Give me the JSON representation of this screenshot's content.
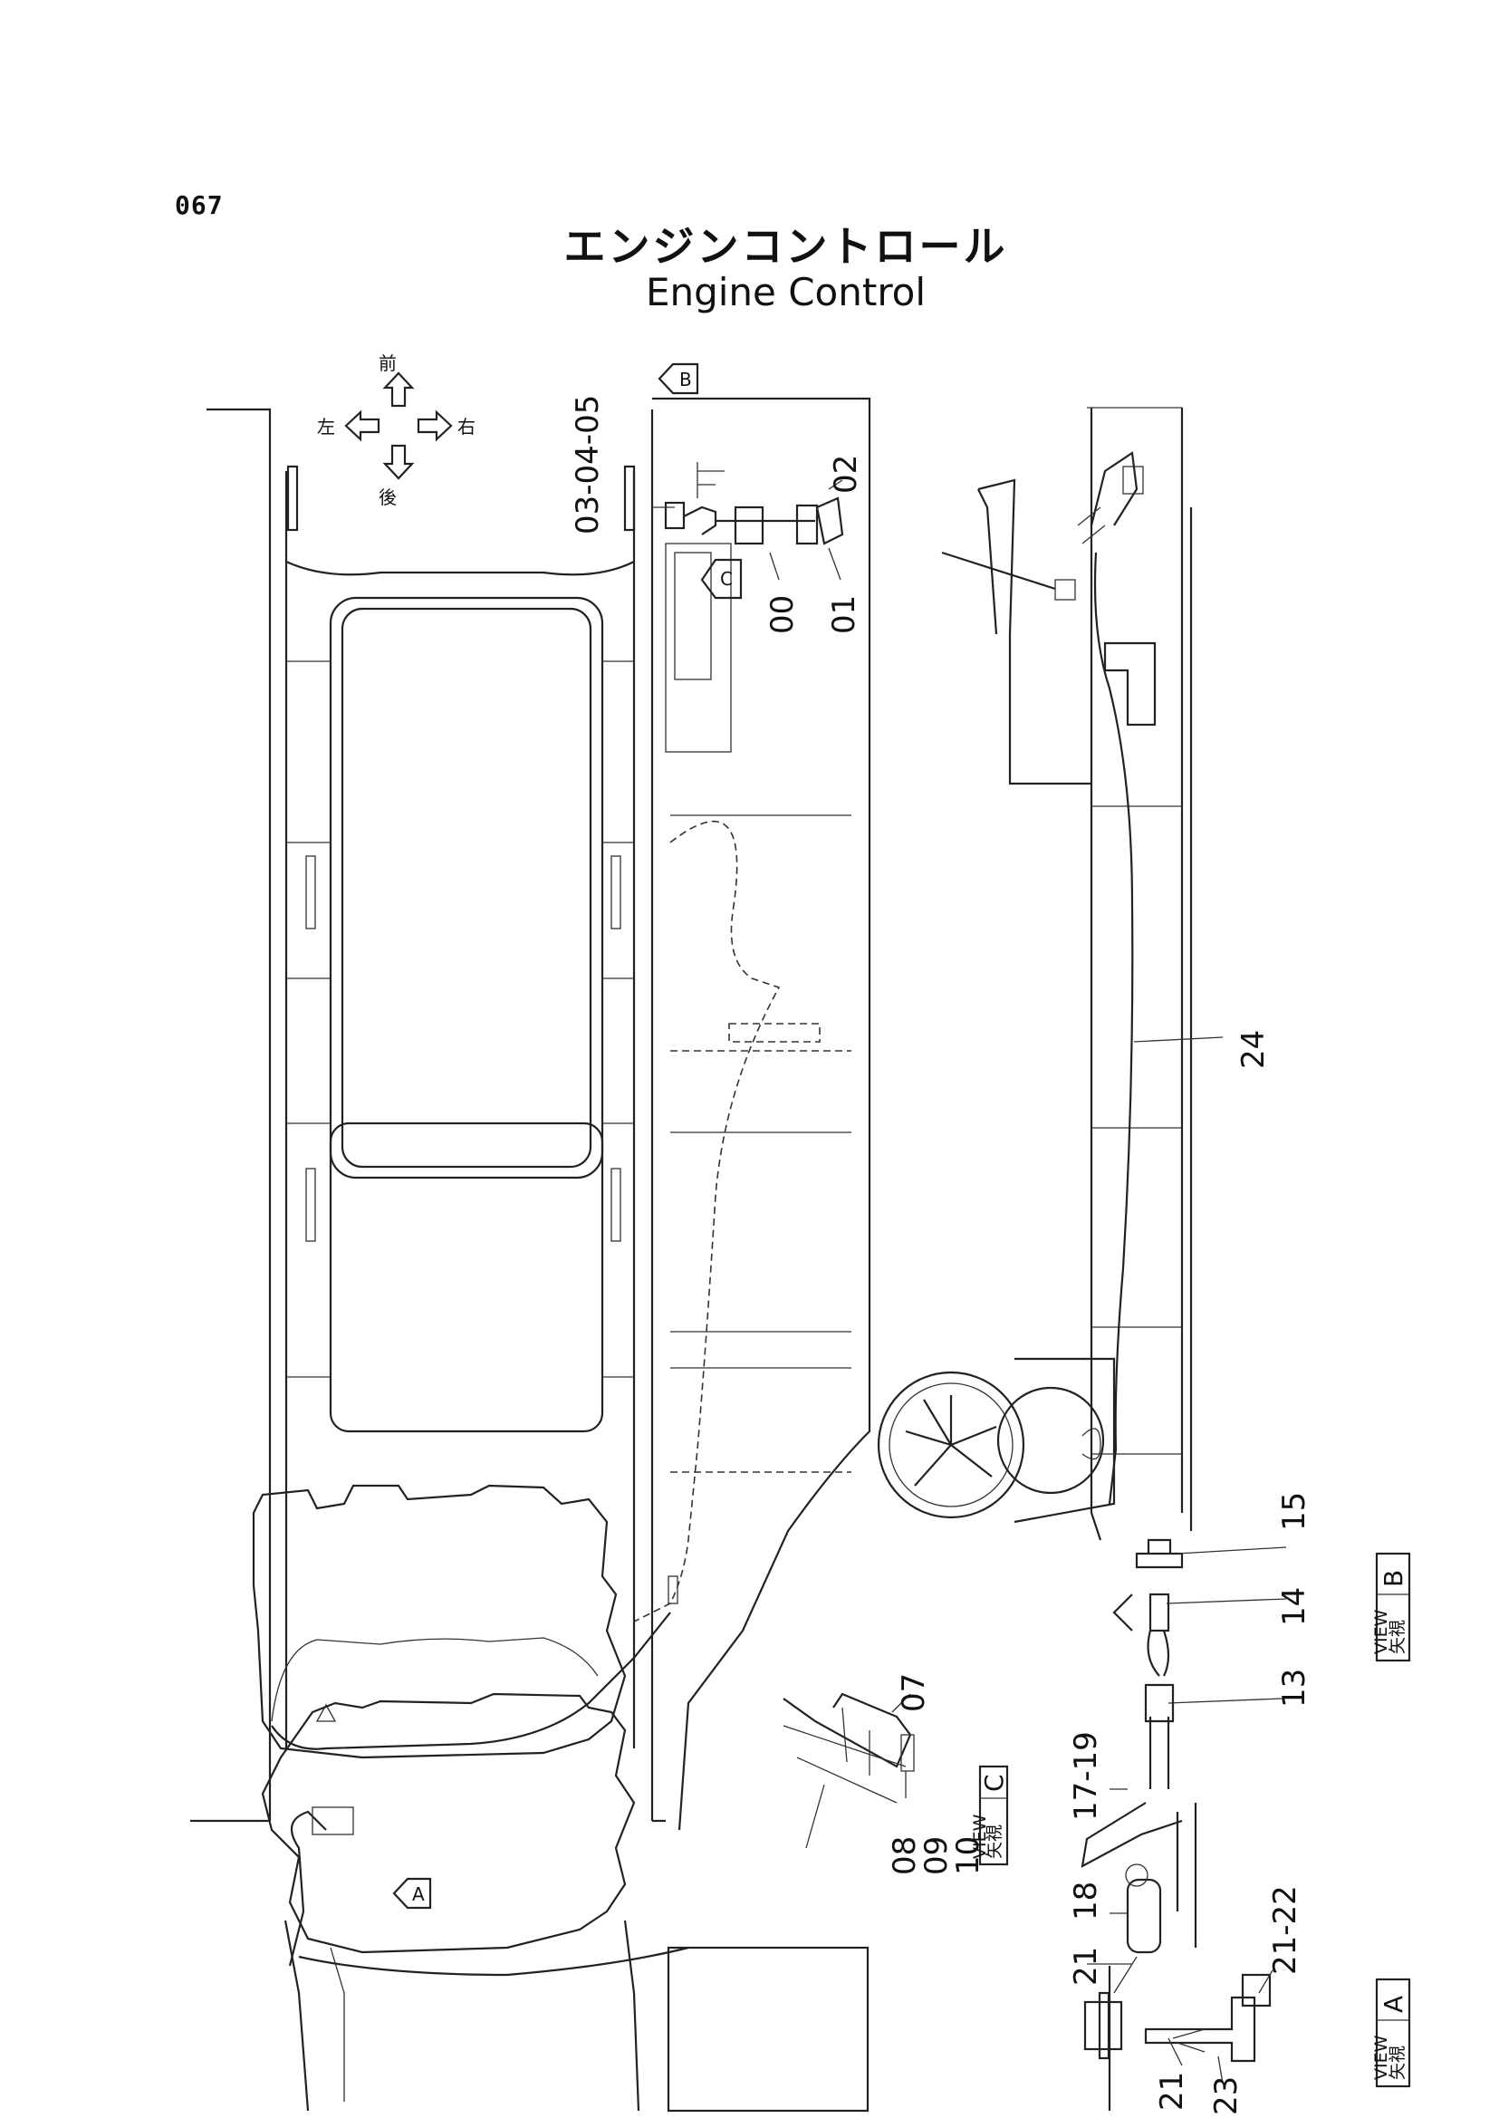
{
  "page_number": "067",
  "title_jp": "エンジンコントロール",
  "title_en": "Engine Control",
  "direction_labels": {
    "front": "前",
    "rear": "後",
    "left": "左",
    "right": "右"
  },
  "view_markers": {
    "b": "B",
    "c": "C",
    "a": "A"
  },
  "view_labels": [
    {
      "jp": "矢視",
      "en": "VIEW",
      "letter": "C"
    },
    {
      "jp": "矢視",
      "en": "VIEW",
      "letter": "B"
    },
    {
      "jp": "矢視",
      "en": "VIEW",
      "letter": "A"
    }
  ],
  "callouts": {
    "c030405": "03-04-05",
    "c02": "02",
    "c00": "00",
    "c01": "01",
    "c24": "24",
    "c15": "15",
    "c14": "14",
    "c13": "13",
    "c1719": "17-19",
    "c18": "18",
    "c21b": "21",
    "c07": "07",
    "c08": "08",
    "c09": "09",
    "c10": "10",
    "c2122": "21-22",
    "c21a": "21",
    "c23": "23"
  }
}
